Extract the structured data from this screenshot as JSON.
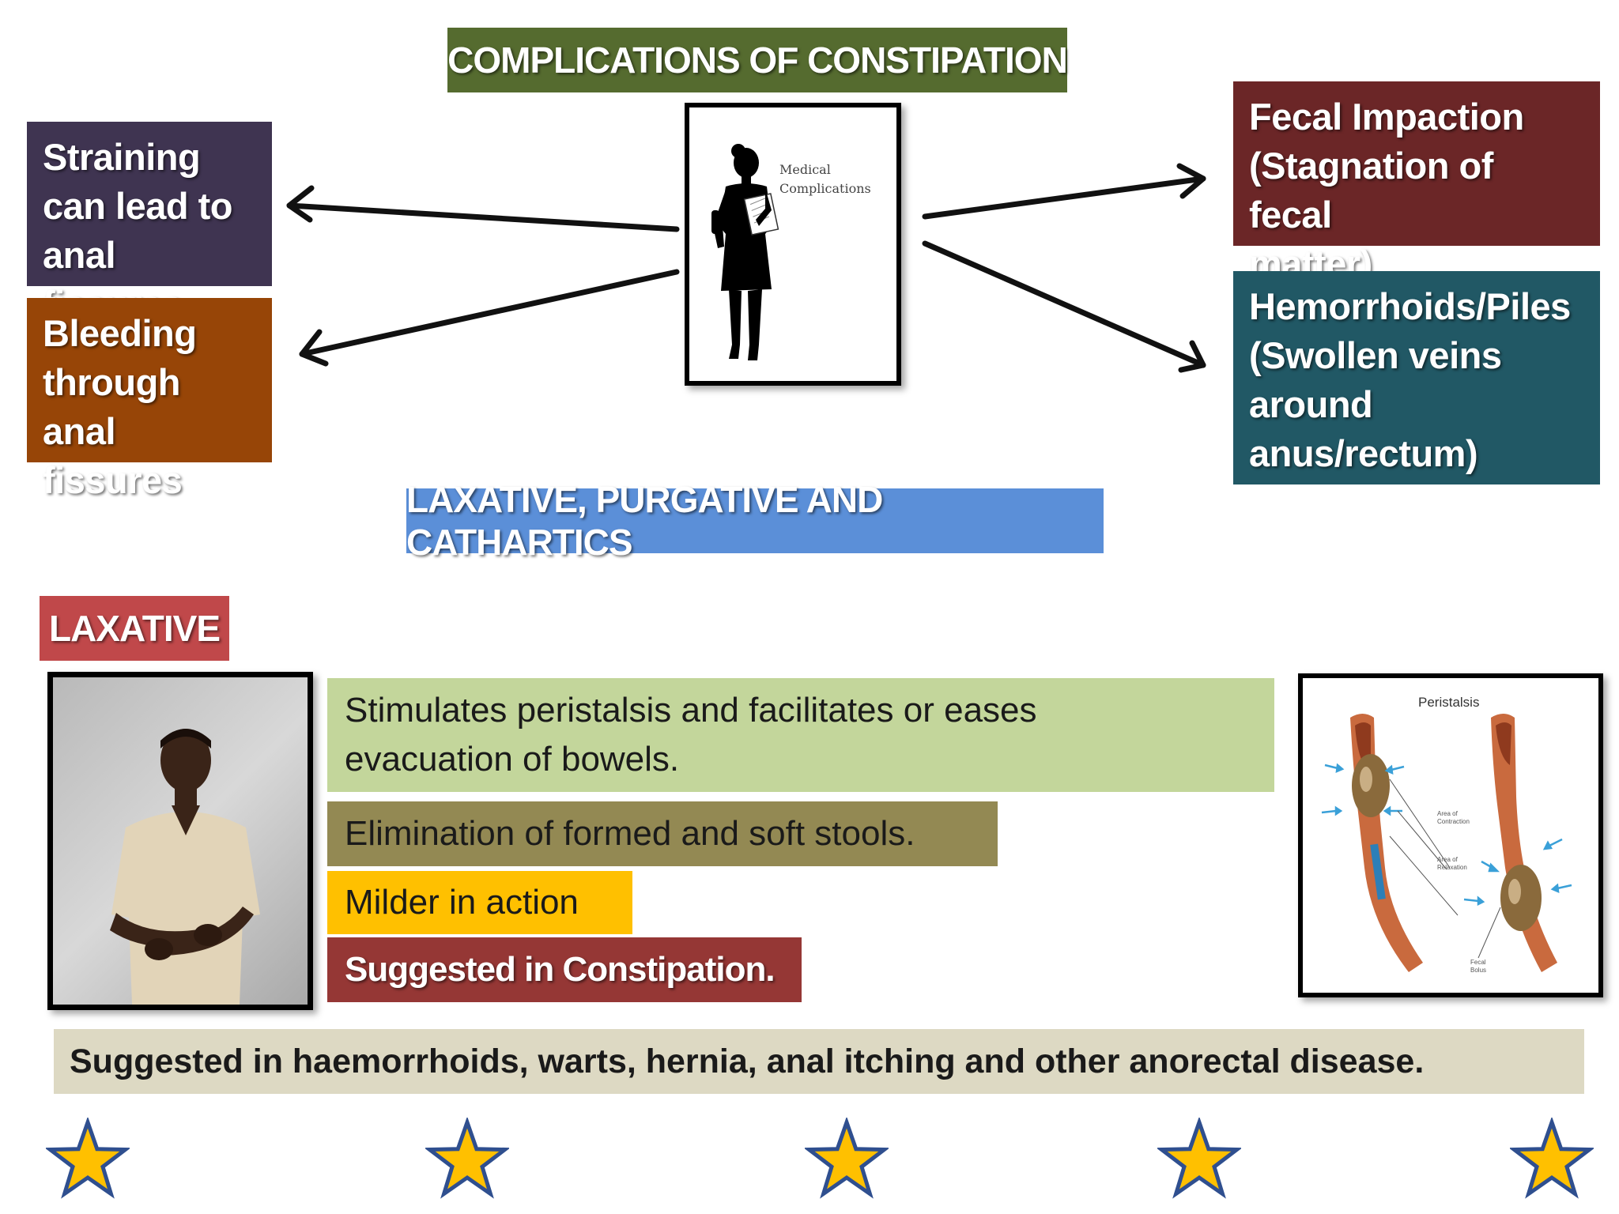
{
  "top_title": "COMPLICATIONS OF CONSTIPATION",
  "center_image": {
    "line1": "Medical",
    "line2": "Complications"
  },
  "left_boxes": [
    {
      "text": "Straining can lead to anal fissures",
      "lines": [
        "Straining",
        "can lead to",
        "anal fissures"
      ]
    },
    {
      "text": "Bleeding through anal fissures",
      "lines": [
        "Bleeding",
        "through anal",
        "fissures"
      ]
    }
  ],
  "right_boxes": [
    {
      "text": "Fecal Impaction (Stagnation of fecal matter)",
      "lines": [
        "Fecal Impaction",
        "(Stagnation of fecal",
        "matter)"
      ]
    },
    {
      "text": "Hemorrhoids/Piles (Swollen veins around anus/rectum)",
      "lines": [
        "Hemorrhoids/Piles",
        "(Swollen veins",
        "around",
        "anus/rectum)"
      ]
    }
  ],
  "mid_title": "LAXATIVE, PURGATIVE AND CATHARTICS",
  "section_label": "LAXATIVE",
  "bars": [
    {
      "lines": [
        "Stimulates peristalsis and facilitates or eases",
        "evacuation of bowels."
      ]
    },
    {
      "lines": [
        "Elimination of formed and soft stools."
      ]
    },
    {
      "lines": [
        "Milder in action"
      ]
    },
    {
      "lines": [
        "Suggested in Constipation."
      ]
    }
  ],
  "bottom_bar": "Suggested in haemorrhoids, warts, hernia, anal itching and other anorectal disease.",
  "peristalsis_image": {
    "title": "Peristalsis",
    "label_contraction": [
      "Area of",
      "Contraction"
    ],
    "label_relaxation": [
      "Area of",
      "Relaxation"
    ],
    "label_bolus": [
      "Fecal",
      "Bolus"
    ]
  },
  "stars_count": 5,
  "colors": {
    "top_title": "#556b2f",
    "left_box_1": "#3f3451",
    "left_box_2": "#974507",
    "right_box_1": "#6b2627",
    "right_box_2": "#215865",
    "mid_title": "#5b8fd8",
    "section_label": "#c0484a",
    "bar_1": "#c3d69b",
    "bar_2": "#938953",
    "bar_3": "#ffc000",
    "bar_4": "#953735",
    "bottom_bar": "#ddd9c3",
    "star_fill": "#ffc000",
    "star_stroke": "#2f4f8f"
  }
}
